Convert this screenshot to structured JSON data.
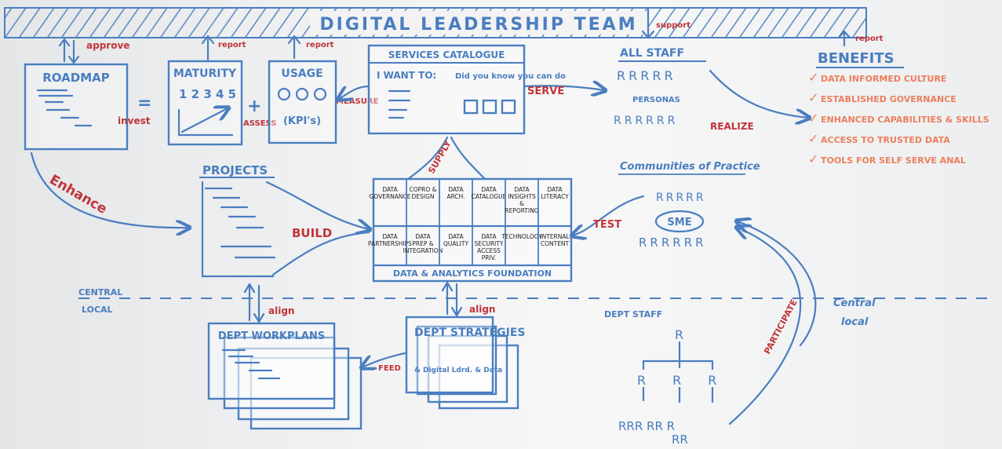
{
  "header": {
    "title": "DIGITAL LEADERSHIP TEAM"
  },
  "roadmap": {
    "title": "ROADMAP",
    "approve": "approve",
    "equals": "=",
    "invest": "invest"
  },
  "maturity": {
    "title": "MATURITY",
    "scale": "1 2 3 4 5",
    "report": "report",
    "assess": "ASSESS",
    "plus": "+"
  },
  "usage": {
    "title": "USAGE",
    "kpis": "(KPI's)",
    "report": "report",
    "measure": "MEASURE"
  },
  "services": {
    "title": "SERVICES CATALOGUE",
    "want": "I WANT TO:",
    "didyou": "Did you know you can do",
    "serve": "SERVE",
    "supply": "SUPPLY"
  },
  "allstaff": {
    "title": "ALL STAFF",
    "support": "support",
    "personas": "PERSONAS",
    "realize": "REALIZE"
  },
  "benefits": {
    "title": "BENEFITS",
    "report": "report",
    "items": [
      "DATA INFORMED CULTURE",
      "ESTABLISHED GOVERNANCE",
      "ENHANCED CAPABILITIES & SKILLS",
      "ACCESS TO TRUSTED DATA",
      "TOOLS FOR SELF SERVE ANAL"
    ]
  },
  "projects": {
    "title": "PROJECTS",
    "enhance": "Enhance",
    "build": "BUILD"
  },
  "foundation": {
    "title": "DATA & ANALYTICS FOUNDATION",
    "row1": [
      "DATA GOVERNANCE",
      "COPRO & DESIGN",
      "DATA ARCH.",
      "DATA CATALOGUE",
      "DATA INSIGHTS & REPORTING",
      "DATA LITERACY"
    ],
    "row2": [
      "DATA PARTNERSHIPS",
      "DATA PREP & INTEGRATION",
      "DATA QUALITY",
      "DATA SECURITY ACCESS PRIV.",
      "TECHNOLOGY",
      "INTERNAL CONTENT"
    ]
  },
  "cop": {
    "title": "Communities of Practice",
    "sme": "SME",
    "test": "TEST",
    "participate": "PARTICIPATE"
  },
  "divider": {
    "left_top": "CENTRAL",
    "left_bottom": "LOCAL",
    "right_top": "Central",
    "right_bottom": "local"
  },
  "workplans": {
    "title": "DEPT WORKPLANS",
    "align": "align"
  },
  "strategies": {
    "title": "DEPT STRATEGIES",
    "sub": "& Digital Ldrd. & Data",
    "align": "align",
    "feed": "FEED"
  },
  "deptstaff": {
    "title": "DEPT STAFF"
  },
  "colors": {
    "blue": "#4a7ec0",
    "red": "#c0353a",
    "orange": "#ec7f5c"
  }
}
